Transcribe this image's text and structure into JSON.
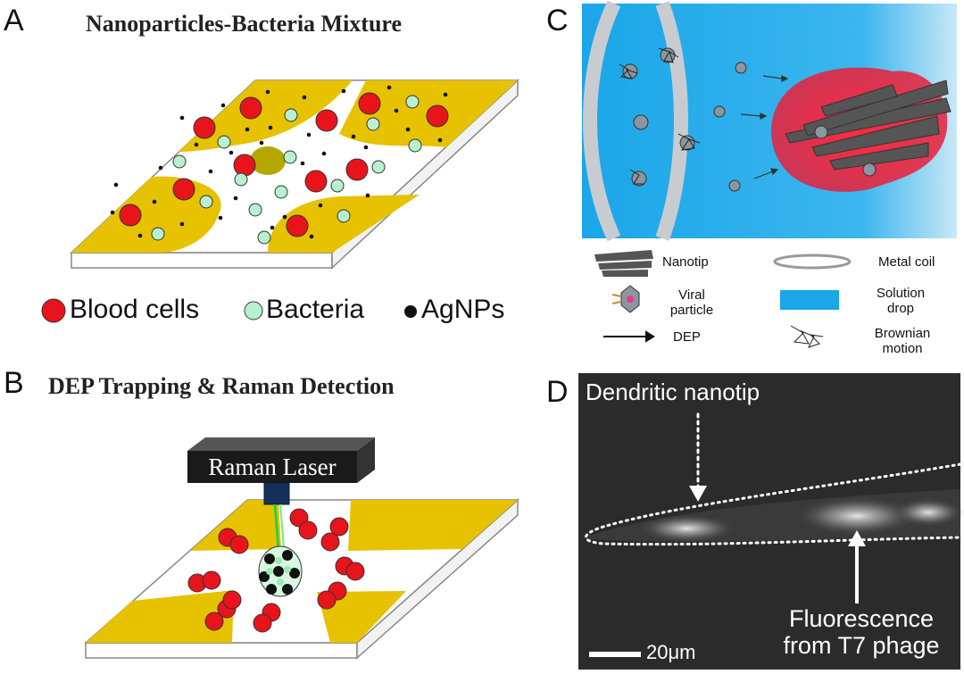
{
  "panel_a": {
    "letter": "A",
    "title": "Nanoparticles-Bacteria Mixture",
    "legend": [
      {
        "label": "Blood cells",
        "icon": "red-cell-icon",
        "color": "#e8141b"
      },
      {
        "label": "Bacteria",
        "icon": "bacteria-icon",
        "color": "#b8f0d0"
      },
      {
        "label": "AgNPs",
        "icon": "agnp-dot-icon",
        "color": "#111111"
      }
    ]
  },
  "panel_b": {
    "letter": "B",
    "title": "DEP Trapping & Raman Detection",
    "laser_label": "Raman Laser"
  },
  "panel_c": {
    "letter": "C",
    "legend": [
      {
        "label": "Nanotip",
        "icon": "nanotip-icon"
      },
      {
        "label": "Metal coil",
        "icon": "metal-coil-icon"
      },
      {
        "label": "Viral particle",
        "icon": "viral-particle-icon"
      },
      {
        "label": "Solution drop",
        "icon": "solution-drop-icon"
      },
      {
        "label": "DEP",
        "icon": "arrow-icon"
      },
      {
        "label": "Brownian motion",
        "icon": "brownian-motion-icon"
      }
    ]
  },
  "panel_d": {
    "letter": "D",
    "label_top": "Dendritic nanotip",
    "label_bottom_1": "Fluorescence",
    "label_bottom_2": "from T7 phage",
    "scale_bar": "20μm"
  },
  "colors": {
    "yellow_electrode": "#e6c200",
    "blood_red": "#e8141b",
    "bacteria_green": "#b8f0d0",
    "solution_blue": "#1aa6e8"
  }
}
